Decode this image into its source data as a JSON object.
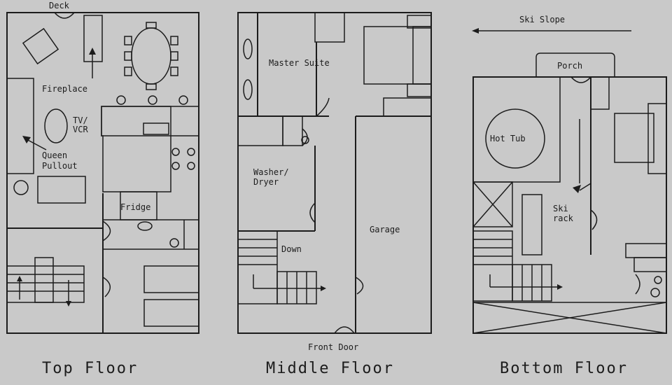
{
  "plans": {
    "top": {
      "title": "Top Floor",
      "labels": {
        "deck": "Deck",
        "fireplace": "Fireplace",
        "tv": "TV/\nVCR",
        "queen": "Queen\nPullout",
        "fridge": "Fridge"
      }
    },
    "middle": {
      "title": "Middle Floor",
      "labels": {
        "master": "Master Suite",
        "washer": "Washer/\nDryer",
        "down": "Down",
        "garage": "Garage",
        "front": "Front Door"
      }
    },
    "bottom": {
      "title": "Bottom Floor",
      "labels": {
        "ski_slope": "Ski Slope",
        "porch": "Porch",
        "hot_tub": "Hot Tub",
        "ski_rack": "Ski\nrack"
      }
    }
  },
  "colors": {
    "background": "#c9c9c9",
    "ink": "#1c1c1c"
  }
}
